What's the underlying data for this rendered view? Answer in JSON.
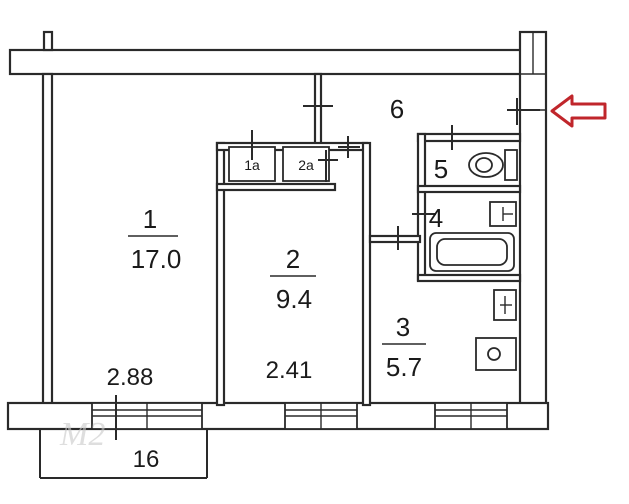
{
  "rooms": {
    "r1": {
      "number": "1",
      "area": "17.0"
    },
    "r2": {
      "number": "2",
      "area": "9.4"
    },
    "r3": {
      "number": "3",
      "area": "5.7"
    },
    "r4": {
      "number": "4"
    },
    "r5": {
      "number": "5"
    },
    "r6": {
      "number": "6"
    },
    "r1a": {
      "number": "1a"
    },
    "r2a": {
      "number": "2a"
    }
  },
  "dimensions": {
    "height1": "2.88",
    "height2": "2.41",
    "balcony": "16"
  },
  "colors": {
    "wall": "#2a2a2a",
    "arrow": "#c0262b"
  },
  "icons": [
    "entrance-arrow-icon",
    "toilet-icon",
    "bathtub-icon",
    "sink-icon",
    "stove-icon"
  ]
}
